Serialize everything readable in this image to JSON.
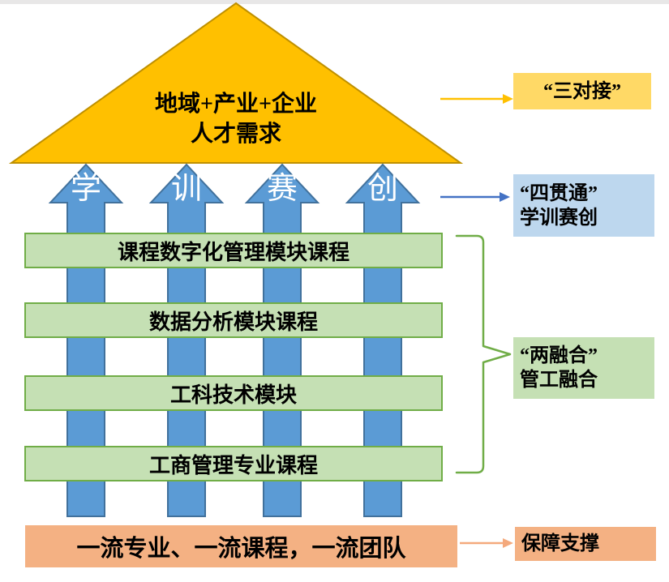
{
  "pyramid": {
    "line1": "地域+产业+企业",
    "line2": "人才需求"
  },
  "flow_arrows": {
    "labels": [
      "学",
      "训",
      "赛",
      "创"
    ]
  },
  "modules": [
    "课程数字化管理模块课程",
    "数据分析模块课程",
    "工科技术模块",
    "工商管理专业课程"
  ],
  "foundation": {
    "label": "一流专业、一流课程，一流团队"
  },
  "annotations": {
    "three_alignments": {
      "line1": "“三对接”"
    },
    "four_throughs": {
      "line1": "“四贯通”",
      "line2": "学训赛创"
    },
    "two_integrations": {
      "line1": "“两融合”",
      "line2": "管工融合"
    },
    "support": {
      "line1": "保障支撑"
    }
  },
  "colors": {
    "pyramid_fill": "#FFC000",
    "pyramid_border": "#BF9000",
    "arrow_fill": "#5B9BD5",
    "arrow_border": "#41719C",
    "module_fill": "#C5E0B4",
    "module_border": "#70AD47",
    "tag_yellow": "#FFD966",
    "tag_blue": "#BDD7EE",
    "tag_green": "#C5E0B4",
    "tag_orange": "#F4B183",
    "connector_yellow": "#FFC000",
    "connector_blue": "#4472C4",
    "connector_orange": "#F4A97C",
    "brace_green": "#70AD47"
  }
}
